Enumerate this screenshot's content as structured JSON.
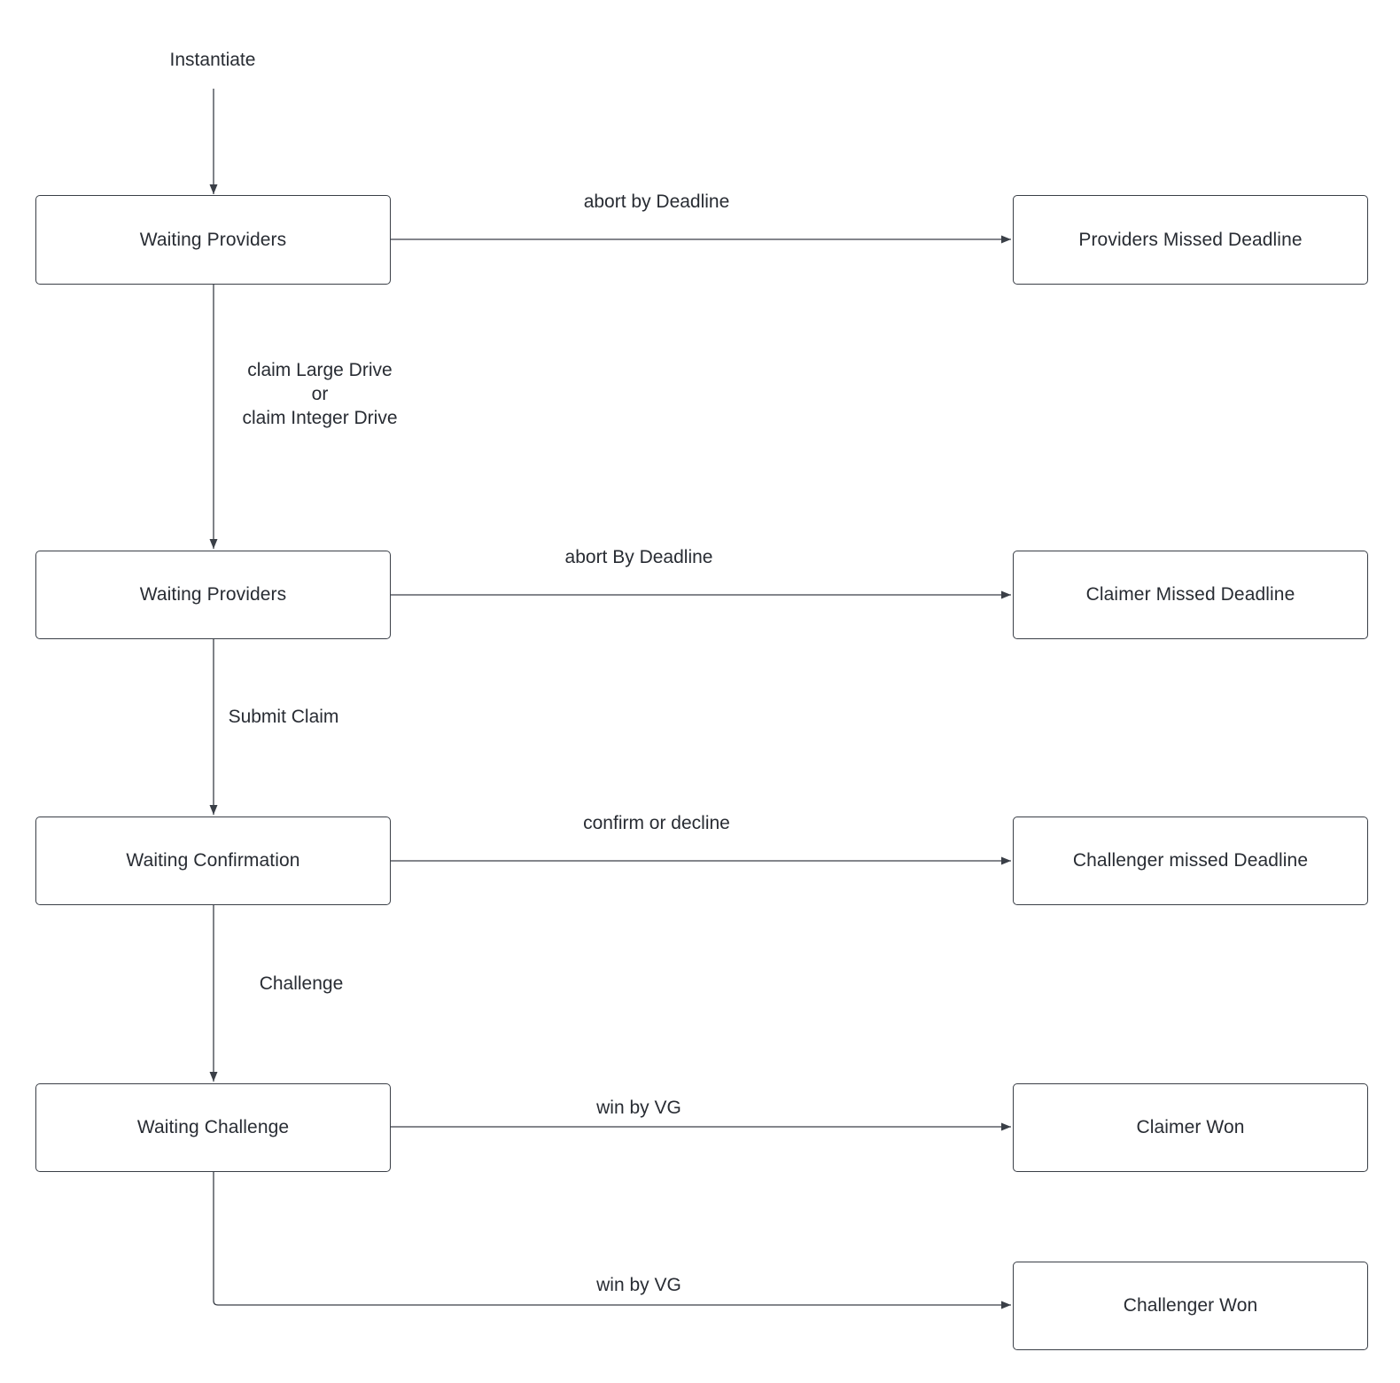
{
  "start_label": "Instantiate",
  "states": {
    "waiting_providers_1": "Waiting Providers",
    "waiting_providers_2": "Waiting Providers",
    "waiting_confirmation": "Waiting Confirmation",
    "waiting_challenge": "Waiting Challenge",
    "providers_missed_deadline": "Providers Missed Deadline",
    "claimer_missed_deadline": "Claimer Missed Deadline",
    "challenger_missed_deadline": "Challenger missed Deadline",
    "claimer_won": "Claimer Won",
    "challenger_won": "Challenger Won"
  },
  "transitions": {
    "abort_by_deadline_1": "abort by Deadline",
    "claim_line_1": "claim Large Drive",
    "claim_line_2": "or",
    "claim_line_3": "claim Integer Drive",
    "abort_by_deadline_2": "abort By Deadline",
    "submit_claim": "Submit Claim",
    "confirm_or_decline": "confirm or decline",
    "challenge": "Challenge",
    "win_by_vg_1": "win by VG",
    "win_by_vg_2": "win by VG"
  },
  "colors": {
    "line": "#3a3f47",
    "text": "#282c33",
    "background": "#ffffff"
  }
}
